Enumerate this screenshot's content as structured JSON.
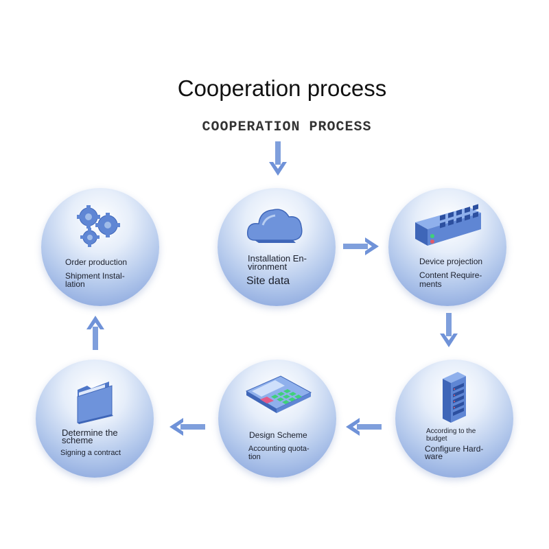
{
  "header": {
    "title": "Cooperation process",
    "subtitle": "COOPERATION PROCESS"
  },
  "nodes": {
    "order": {
      "line1": "Order production",
      "line2": "Shipment Instal-",
      "line3": "lation",
      "icon": "gears-icon"
    },
    "install": {
      "line1": "Installation En-",
      "line2": "vironment",
      "line3": "Site data",
      "icon": "cloud-icon"
    },
    "device": {
      "line1": "Device projection",
      "line2": "Content Require-",
      "line3": "ments",
      "icon": "network-switch-icon"
    },
    "determine": {
      "line1": "Determine the",
      "line2": "scheme",
      "line3": "Signing a contract",
      "icon": "folder-icon"
    },
    "design": {
      "line1": "Design Scheme",
      "line2": "Accounting quota-",
      "line3": "tion",
      "icon": "calculator-icon"
    },
    "configure": {
      "line1": "According to the",
      "line2": "budget",
      "line3": "Configure Hard-",
      "line4": "ware",
      "icon": "server-rack-icon"
    }
  },
  "colors": {
    "accent": "#5f86d4",
    "node_edge": "#7b9ad8"
  }
}
